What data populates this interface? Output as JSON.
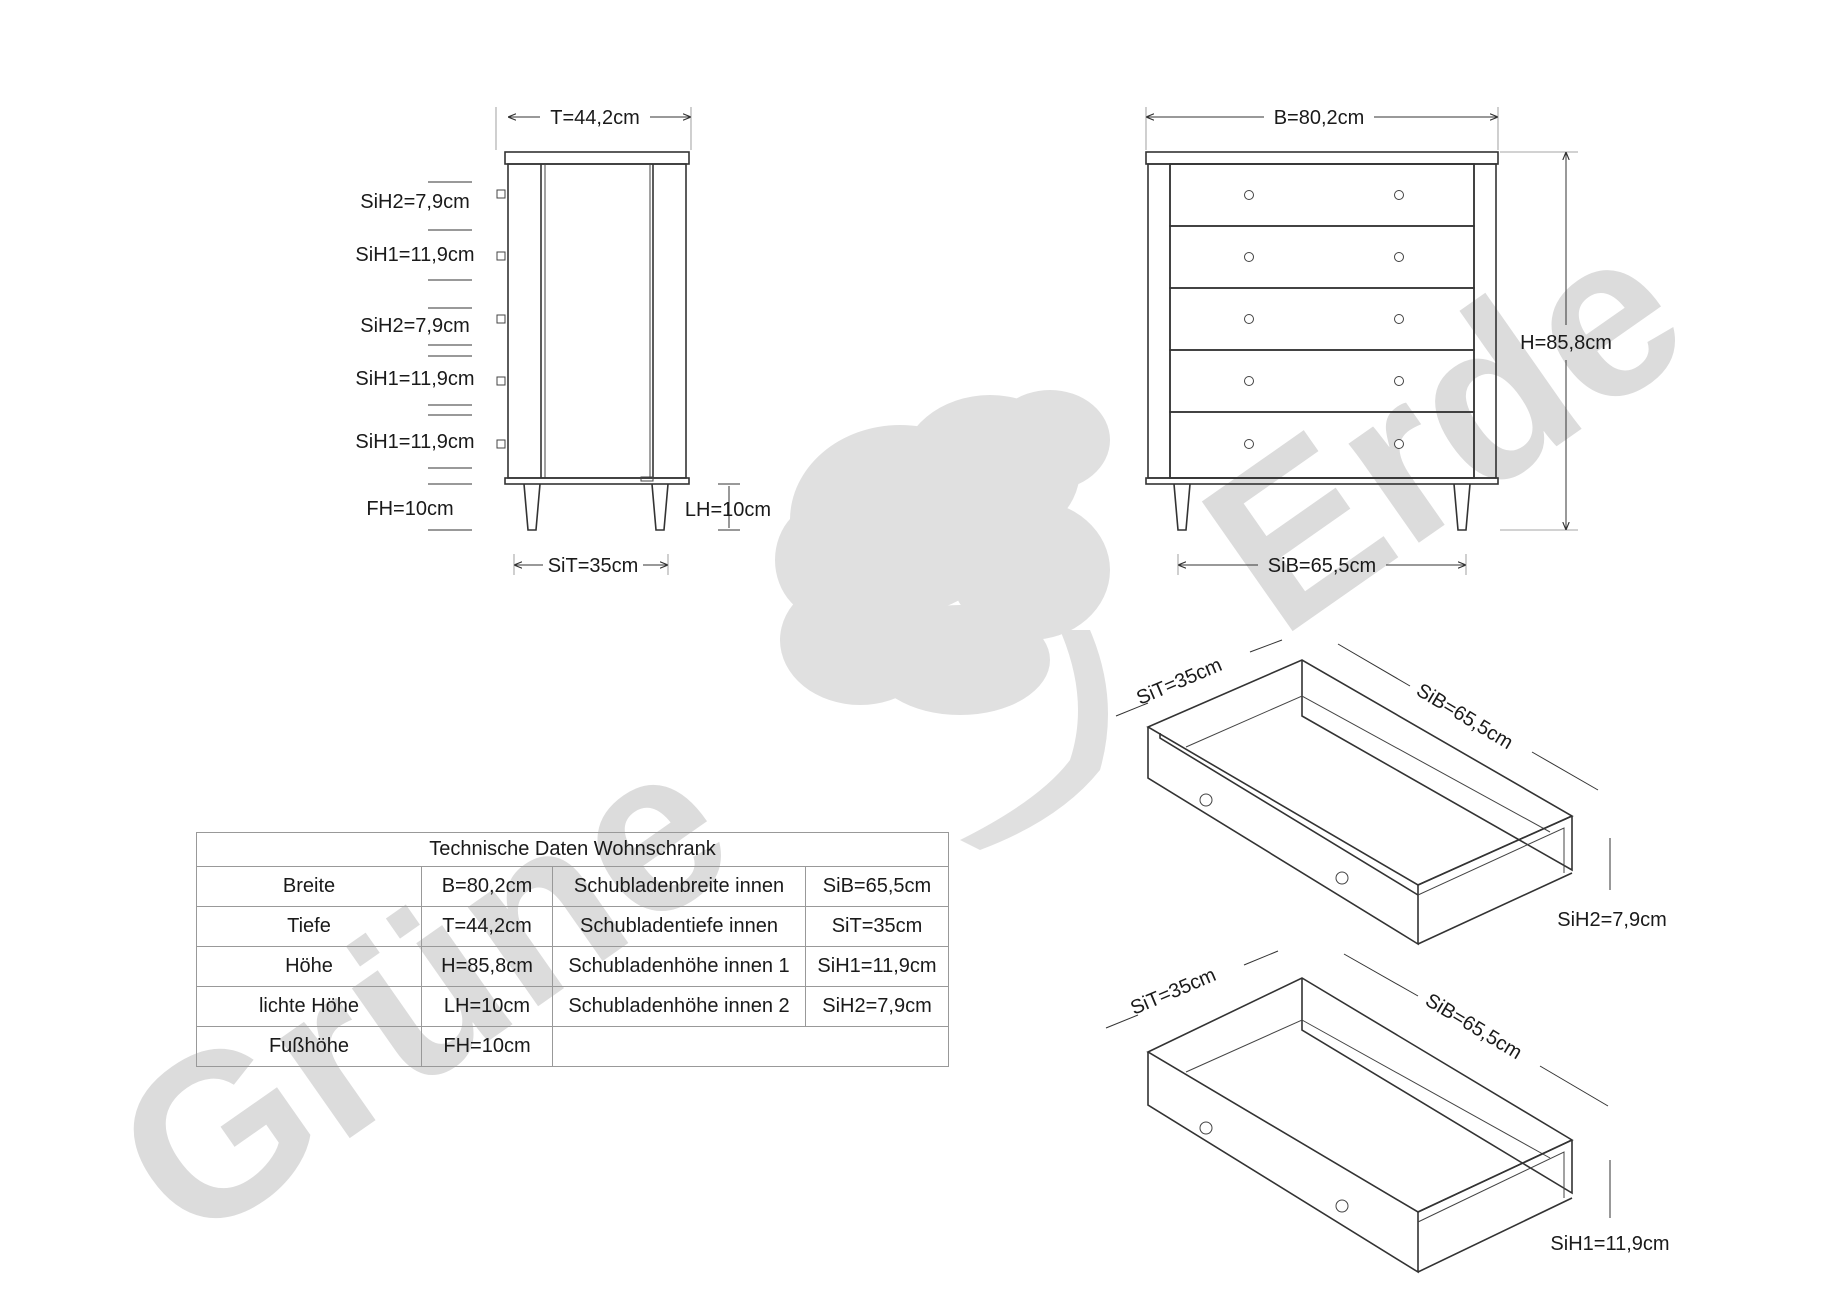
{
  "watermark": {
    "word1": "Grüne",
    "word2": "Erde"
  },
  "side_view": {
    "depth_label": "T=44,2cm",
    "drawer_rows": [
      {
        "label": "SiH2=7,9cm"
      },
      {
        "label": "SiH1=11,9cm"
      },
      {
        "label": "SiH2=7,9cm"
      },
      {
        "label": "SiH1=11,9cm"
      },
      {
        "label": "SiH1=11,9cm"
      }
    ],
    "foot_height_label": "FH=10cm",
    "clear_height_label": "LH=10cm",
    "inner_depth_label": "SiT=35cm"
  },
  "front_view": {
    "width_label": "B=80,2cm",
    "height_label": "H=85,8cm",
    "inner_width_label": "SiB=65,5cm"
  },
  "drawer_small": {
    "depth_label": "SiT=35cm",
    "width_label": "SiB=65,5cm",
    "height_label": "SiH2=7,9cm"
  },
  "drawer_large": {
    "depth_label": "SiT=35cm",
    "width_label": "SiB=65,5cm",
    "height_label": "SiH1=11,9cm"
  },
  "spec_table": {
    "title": "Technische Daten Wohnschrank",
    "rows": [
      {
        "c1": "Breite",
        "c2": "B=80,2cm",
        "c3": "Schubladenbreite innen",
        "c4": "SiB=65,5cm"
      },
      {
        "c1": "Tiefe",
        "c2": "T=44,2cm",
        "c3": "Schubladentiefe innen",
        "c4": "SiT=35cm"
      },
      {
        "c1": "Höhe",
        "c2": "H=85,8cm",
        "c3": "Schubladenhöhe innen 1",
        "c4": "SiH1=11,9cm"
      },
      {
        "c1": "lichte Höhe",
        "c2": "LH=10cm",
        "c3": "Schubladenhöhe innen 2",
        "c4": "SiH2=7,9cm"
      },
      {
        "c1": "Fußhöhe",
        "c2": "FH=10cm",
        "c3": "",
        "c4": ""
      }
    ]
  }
}
